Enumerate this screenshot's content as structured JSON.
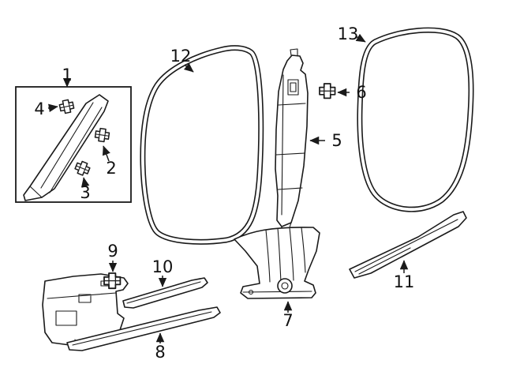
{
  "diagram": {
    "description": "Automotive interior trim parts diagram with numbered callouts",
    "colors": {
      "background": "#ffffff",
      "line": "#1a1a1a",
      "text": "#111111"
    },
    "callouts": {
      "c1": "1",
      "c2": "2",
      "c3": "3",
      "c4": "4",
      "c5": "5",
      "c6": "6",
      "c7": "7",
      "c8": "8",
      "c9": "9",
      "c10": "10",
      "c11": "11",
      "c12": "12",
      "c13": "13"
    }
  }
}
